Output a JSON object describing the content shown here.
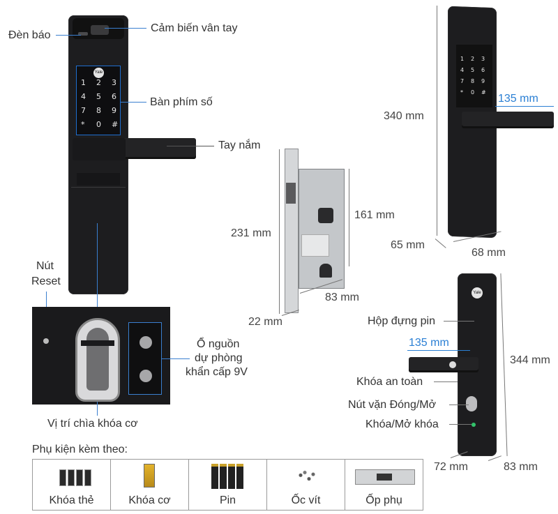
{
  "callouts": {
    "indicator_light": "Đèn báo",
    "fingerprint_sensor": "Cảm biến vân tay",
    "keypad": "Bàn phím số",
    "handle": "Tay nắm",
    "reset_button_line1": "Nút",
    "reset_button_line2": "Reset",
    "backup_power_line1": "Ổ nguồn",
    "backup_power_line2": "dự phòng",
    "backup_power_line3": "khẩn cấp 9V",
    "key_position": "Vị trí chìa khóa cơ",
    "battery_box": "Hộp đựng pin",
    "safety_lock": "Khóa an toàn",
    "knob": "Nút vặn Đóng/Mở",
    "lock_unlock": "Khóa/Mở khóa"
  },
  "keypad_keys": [
    "1",
    "2",
    "3",
    "4",
    "5",
    "6",
    "7",
    "8",
    "9",
    "*",
    "0",
    "#"
  ],
  "brand": "Yale",
  "dimensions": {
    "front_height": "340 mm",
    "front_handle_length": "135 mm",
    "front_depth": "65 mm",
    "front_width": "68 mm",
    "mortise_height": "231 mm",
    "mortise_inner": "161 mm",
    "mortise_depth": "83 mm",
    "mortise_face": "22 mm",
    "back_height": "344 mm",
    "back_handle_length": "135 mm",
    "back_depth": "72 mm",
    "back_width": "83 mm"
  },
  "accessories": {
    "title": "Phụ kiện kèm theo:",
    "items": [
      {
        "label": "Khóa thẻ"
      },
      {
        "label": "Khóa cơ"
      },
      {
        "label": "Pin"
      },
      {
        "label": "Ốc vít"
      },
      {
        "label": "Ốp phụ"
      }
    ]
  },
  "colors": {
    "lock_black": "#1d1d1f",
    "accent_blue": "#2a7fd4",
    "steel": "#c9ccce"
  }
}
